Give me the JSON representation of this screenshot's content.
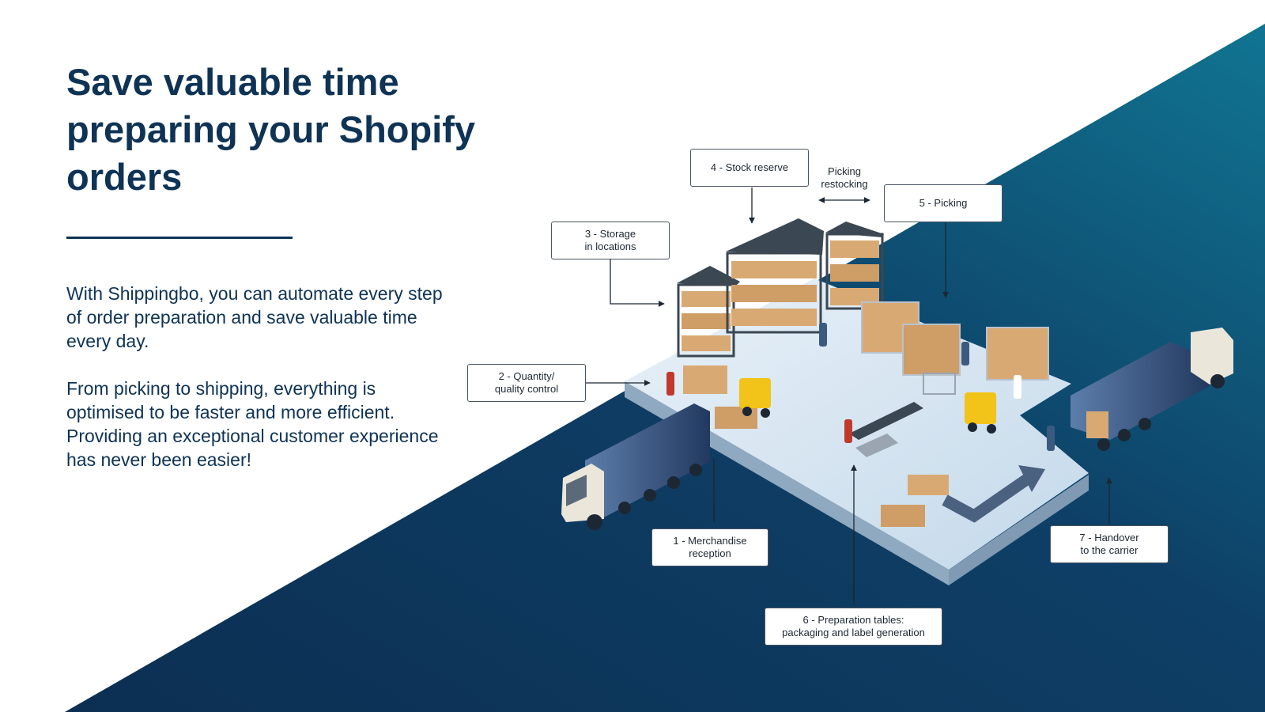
{
  "colors": {
    "navy": "#0e3355",
    "teal": "#0f6e8c",
    "floor": "#d3e4f1",
    "floor_side": "#9cb8cf",
    "box": "#d9a974",
    "shelf": "#3b4752",
    "forklift": "#f2c318",
    "truck_cargo": "#2d4a78"
  },
  "hero": {
    "title": "Save valuable time preparing your Shopify orders",
    "paragraph_1": "With Shippingbo, you can automate every step of order preparation and save valuable time every day.",
    "paragraph_2": "From picking to shipping, everything is optimised to be faster and more efficient. Providing an exceptional customer experience has never been easier!"
  },
  "diagram": {
    "steps": [
      {
        "id": "step-1",
        "label": "1 - Merchandise\nreception"
      },
      {
        "id": "step-2",
        "label": "2 - Quantity/\nquality control"
      },
      {
        "id": "step-3",
        "label": "3 - Storage\nin locations"
      },
      {
        "id": "step-4",
        "label": "4 - Stock reserve"
      },
      {
        "id": "step-5",
        "label": "5 - Picking"
      },
      {
        "id": "step-6",
        "label": "6 - Preparation tables:\npackaging and label generation"
      },
      {
        "id": "step-7",
        "label": "7 - Handover\nto the carrier"
      }
    ],
    "annotation": "Picking\nrestocking"
  }
}
